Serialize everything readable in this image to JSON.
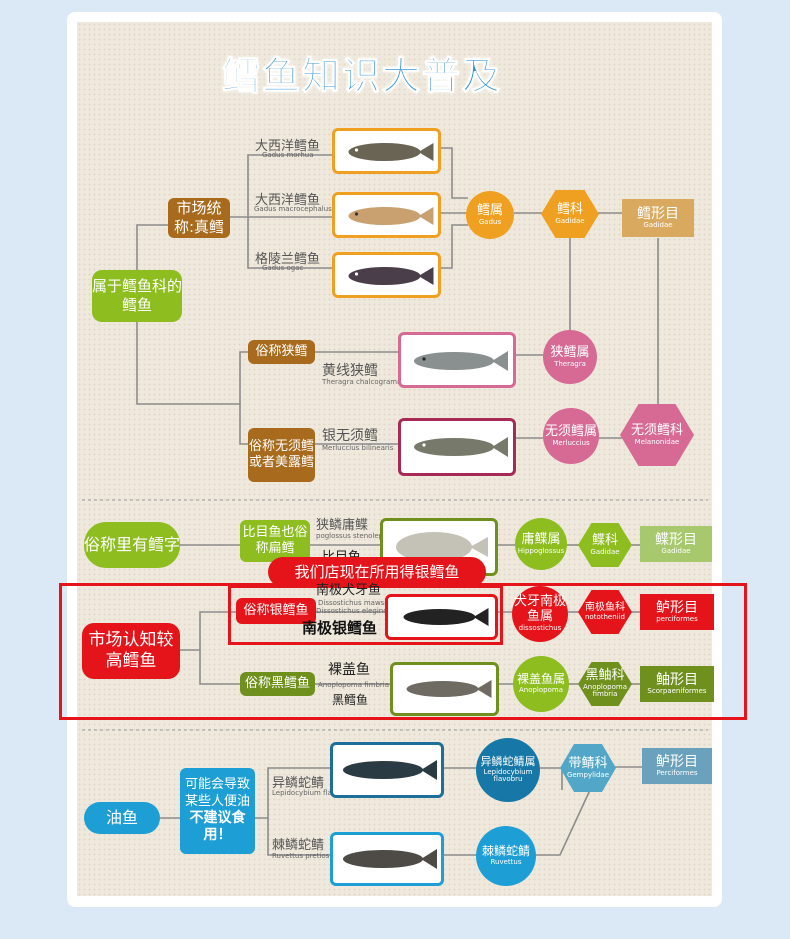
{
  "title": "鳕鱼知识大普及",
  "section1": {
    "root": "属于鳕鱼科的鳕鱼",
    "group_market": "市场统称:真鳕",
    "species": [
      {
        "cn": "大西洋鳕鱼",
        "lat": "Gadus morhua"
      },
      {
        "cn": "大西洋鳕鱼",
        "lat": "Gadus macrocephalus"
      },
      {
        "cn": "格陵兰鳕鱼",
        "lat": "Gadus ogac"
      }
    ],
    "genus_gadus": {
      "cn": "鳕属",
      "lat": "Gadus"
    },
    "family_gadidae": {
      "cn": "鳕科",
      "lat": "Gadidae"
    },
    "order_gadiformes": {
      "cn": "鳕形目",
      "lat": "Gadidae"
    },
    "group_pollock": "俗称狭鳕",
    "pollock": {
      "cn": "黄线狭鳕",
      "lat": "Theragra chalcogramma"
    },
    "genus_theragra": {
      "cn": "狭鳕属",
      "lat": "Theragra"
    },
    "group_hake": "俗称无须鳕或者美露鳕",
    "hake": {
      "cn": "银无须鳕",
      "lat": "Merluccius bilinearis"
    },
    "genus_merluccius": {
      "cn": "无须鳕属",
      "lat": "Merluccius"
    },
    "family_melanonidae": {
      "cn": "无须鳕科",
      "lat": "Melanonidae"
    }
  },
  "section2": {
    "root1": "俗称里有鳕字",
    "group_flounder": "比目鱼也俗称扁鳕",
    "flounder": {
      "cn": "狭鳞庸鲽",
      "lat": "poglossus stenolepis",
      "cn2": "比目鱼"
    },
    "genus_hippoglossus": {
      "cn": "庸鲽属",
      "lat": "Hippoglossus"
    },
    "family_flounder": {
      "cn": "鲽科",
      "lat": "Gadidae"
    },
    "order_flounder": {
      "cn": "鲽形目",
      "lat": "Gadidae"
    },
    "banner": "我们店现在所用得银鳕鱼",
    "root2": "市场认知较高鳕鱼",
    "group_toothfish": "俗称银鳕鱼",
    "toothfish": {
      "cn": "南极犬牙鱼",
      "lat1": "Dissostichus mawsoni",
      "lat2": "Dissostichus eleginoides",
      "cn2": "南极银鳕鱼"
    },
    "genus_dissostichus": {
      "cn": "犬牙南极鱼属",
      "lat": "dissostichus"
    },
    "family_toothfish": {
      "cn": "南极鱼科",
      "lat": "nototheniid"
    },
    "order_toothfish": {
      "cn": "鲈形目",
      "lat": "perciformes"
    },
    "group_sablefish": "俗称黑鳕鱼",
    "sablefish": {
      "cn": "裸盖鱼",
      "lat": "Anoplopoma fimbria",
      "cn2": "黑鳕鱼"
    },
    "genus_anoplopoma": {
      "cn": "裸盖鱼属",
      "lat": "Anoplopoma"
    },
    "family_sablefish": {
      "cn": "黑鲉科",
      "lat": "Anoplopoma fimbria"
    },
    "order_sablefish": {
      "cn": "鲉形目",
      "lat": "Scorpaeniformes"
    }
  },
  "section3": {
    "root": "油鱼",
    "warning1": "可能会导致某些人便油",
    "warning2": "不建议食用！",
    "escolar": {
      "cn": "异鳞蛇鲭",
      "lat": "Lepidocybium flavobr"
    },
    "oilfish": {
      "cn": "棘鳞蛇鲭",
      "lat": "Ruvettus pretiosus"
    },
    "genus_lepidocybium": {
      "cn": "异鳞蛇鲭属",
      "lat": "Lepidocybium flavobru"
    },
    "genus_ruvettus": {
      "cn": "棘鳞蛇鲭",
      "lat": "Ruvettus"
    },
    "family_gempylidae": {
      "cn": "带鲭科",
      "lat": "Gempylidae"
    },
    "order_perciformes": {
      "cn": "鲈形目",
      "lat": "Perciformes"
    }
  },
  "colors": {
    "title": "#2a8fd8",
    "green": "#8dbd1f",
    "brown": "#a86a1c",
    "orange": "#f0a020",
    "pink": "#d66a95",
    "red": "#e4141a",
    "olive": "#70901e",
    "blue": "#1d9fd6",
    "darkblue": "#1778a8"
  }
}
